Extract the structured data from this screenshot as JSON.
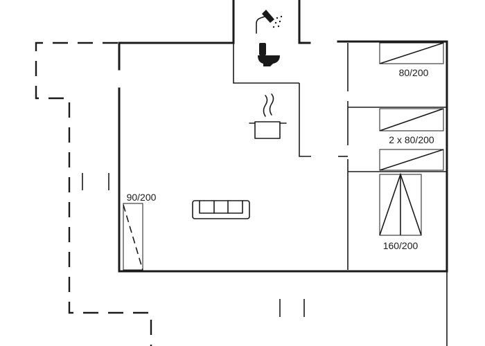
{
  "plan": {
    "labels": {
      "bed_top": "80/200",
      "bed_middle": "2 x 80/200",
      "bed_double": "160/200",
      "bed_left": "90/200"
    },
    "icons": [
      "shower-icon",
      "toilet-icon",
      "cooking-pot-icon",
      "sofa-icon"
    ],
    "colors": {
      "line": "#1a1a1a",
      "background": "#ffffff"
    }
  }
}
